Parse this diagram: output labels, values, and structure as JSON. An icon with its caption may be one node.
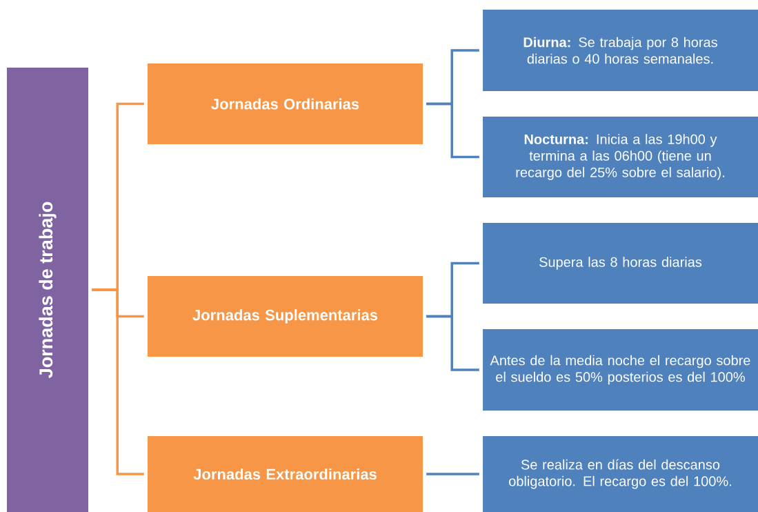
{
  "diagram": {
    "nodes": [
      {
        "text": [
          "Jornadas de trabajo"
        ]
      },
      {
        "text": [
          "Jornadas Ordinarias"
        ]
      },
      {
        "text": [
          "Jornadas Suplementarias"
        ]
      },
      {
        "text": [
          "Jornadas Extraordinarias"
        ]
      },
      {
        "text": [
          "**Diurna:** Se trabaja por 8 horas diarias o 40 horas semanales."
        ]
      },
      {
        "text": [
          "**Nocturna:** Inicia a las 19h00 y termina a las 06h00 (tiene un recargo del 25% sobre el salario)."
        ]
      },
      {
        "text": [
          "Supera las 8 horas diarias"
        ]
      },
      {
        "text": [
          "Antes de la media noche el recargo sobre el sueldo es 50% posterios es del 100%"
        ]
      },
      {
        "text": [
          "Se realiza en días del descanso obligatorio. El recargo es del 100%."
        ]
      }
    ],
    "edges": [
      {
        "from": 0,
        "to": 1,
        "arrow": "none",
        "color": "#f79646"
      },
      {
        "from": 0,
        "to": 2,
        "arrow": "none",
        "color": "#f79646"
      },
      {
        "from": 0,
        "to": 3,
        "arrow": "none",
        "color": "#f79646"
      },
      {
        "from": 1,
        "to": 4,
        "arrow": "none"
      },
      {
        "from": 1,
        "to": 5,
        "arrow": "none"
      },
      {
        "from": 2,
        "to": 6,
        "arrow": "none"
      },
      {
        "from": 2,
        "to": 7,
        "arrow": "none"
      },
      {
        "from": 3,
        "to": 8,
        "arrow": "none"
      }
    ]
  }
}
